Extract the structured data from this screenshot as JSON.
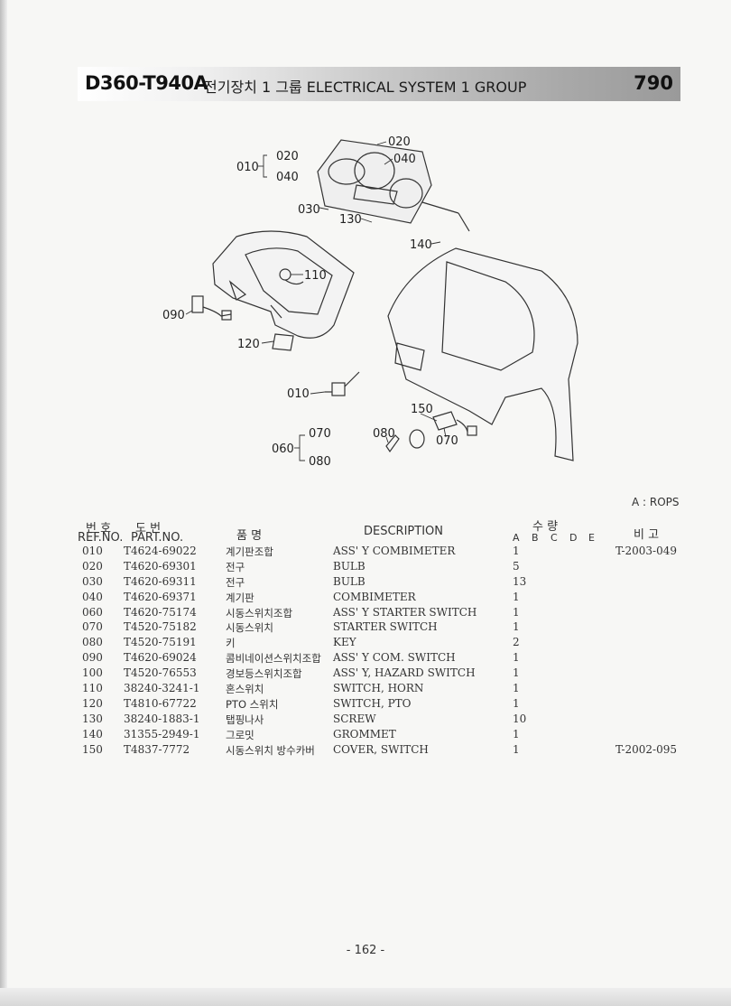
{
  "header": {
    "model": "D360-T940A",
    "title": "전기장치 1 그룹  ELECTRICAL SYSTEM 1 GROUP",
    "page_code": "790"
  },
  "diagram": {
    "callouts": {
      "c010a": "010",
      "c020a": "020",
      "c040a": "040",
      "c020b": "020",
      "c040b": "040",
      "c030": "030",
      "c130": "130",
      "c140": "140",
      "c110": "110",
      "c090": "090",
      "c120": "120",
      "c010b": "010",
      "c150": "150",
      "c080a": "080",
      "c070a": "070",
      "c060": "060",
      "c070b": "070",
      "c080b": "080"
    }
  },
  "table": {
    "note": "A : ROPS",
    "headers": {
      "ref_ko": "번 호",
      "ref_en": "REF.NO.",
      "part_ko": "도   번",
      "part_en": "PART.NO.",
      "name_ko": "품      명",
      "desc": "DESCRIPTION",
      "qty_ko": "수      량",
      "qty_cols": [
        "A",
        "B",
        "C",
        "D",
        "E"
      ],
      "remark_ko": "비   고"
    },
    "rows": [
      {
        "ref": "010",
        "part": "T4624-69022",
        "name": "계기판조합",
        "desc": "ASS' Y COMBIMETER",
        "qty": "1",
        "remark": "T-2003-049"
      },
      {
        "ref": "020",
        "part": "T4620-69301",
        "name": "전구",
        "desc": "BULB",
        "qty": "5",
        "remark": ""
      },
      {
        "ref": "030",
        "part": "T4620-69311",
        "name": "전구",
        "desc": "BULB",
        "qty": "13",
        "remark": ""
      },
      {
        "ref": "040",
        "part": "T4620-69371",
        "name": "계기판",
        "desc": "COMBIMETER",
        "qty": "1",
        "remark": ""
      },
      {
        "ref": "060",
        "part": "T4620-75174",
        "name": "시동스위치조합",
        "desc": "ASS' Y STARTER SWITCH",
        "qty": "1",
        "remark": ""
      },
      {
        "ref": "070",
        "part": "T4520-75182",
        "name": "시동스위치",
        "desc": "STARTER SWITCH",
        "qty": "1",
        "remark": ""
      },
      {
        "ref": "080",
        "part": "T4520-75191",
        "name": "키",
        "desc": "KEY",
        "qty": "2",
        "remark": ""
      },
      {
        "ref": "090",
        "part": "T4620-69024",
        "name": "콤비네이션스위치조합",
        "desc": "ASS' Y COM. SWITCH",
        "qty": "1",
        "remark": ""
      },
      {
        "ref": "100",
        "part": "T4520-76553",
        "name": "경보등스위치조합",
        "desc": "ASS' Y, HAZARD SWITCH",
        "qty": "1",
        "remark": ""
      },
      {
        "ref": "110",
        "part": "38240-3241-1",
        "name": "혼스위치",
        "desc": "SWITCH, HORN",
        "qty": "1",
        "remark": ""
      },
      {
        "ref": "120",
        "part": "T4810-67722",
        "name": "PTO 스위치",
        "desc": "SWITCH, PTO",
        "qty": "1",
        "remark": ""
      },
      {
        "ref": "130",
        "part": "38240-1883-1",
        "name": "탭핑나사",
        "desc": "SCREW",
        "qty": "10",
        "remark": ""
      },
      {
        "ref": "140",
        "part": "31355-2949-1",
        "name": "그로밋",
        "desc": "GROMMET",
        "qty": "1",
        "remark": ""
      },
      {
        "ref": "150",
        "part": "T4837-7772",
        "name": "시동스위치 방수카버",
        "desc": "COVER, SWITCH",
        "qty": "1",
        "remark": "T-2002-095"
      }
    ]
  },
  "footer": {
    "page_number": "- 162 -"
  }
}
